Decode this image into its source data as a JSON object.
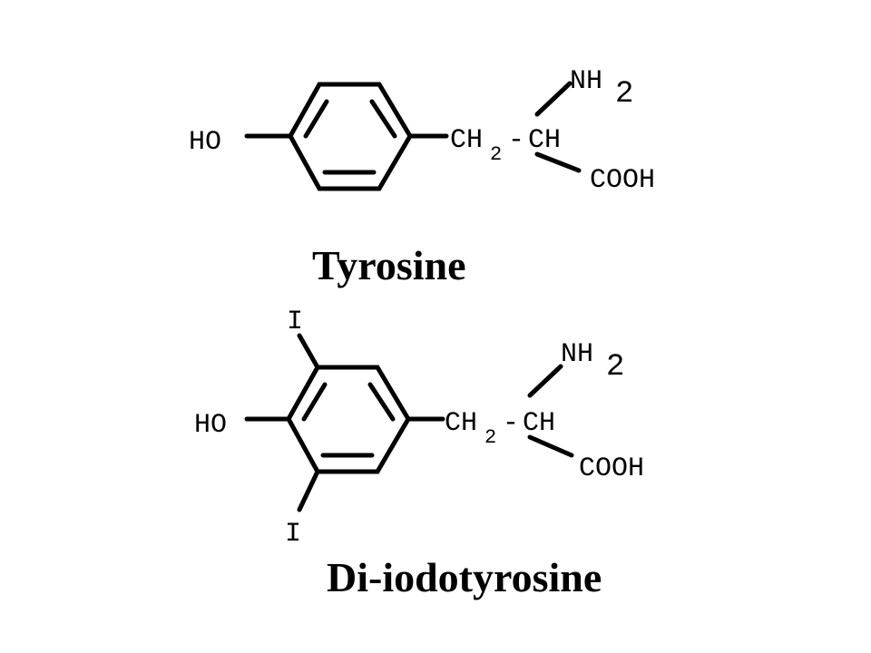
{
  "tyrosine": {
    "name": "Tyrosine",
    "ho": "HO",
    "ch2": "CH",
    "ch2_sub": "2",
    "dash": "-",
    "ch": "CH",
    "nh2": "NH",
    "nh2_sub": "2",
    "cooh": "COOH"
  },
  "diiodotyrosine": {
    "name": "Di-iodotyrosine",
    "ho": "HO",
    "iodine_top": "I",
    "iodine_bottom": "I",
    "ch2": "CH",
    "ch2_sub": "2",
    "dash": "-",
    "ch": "CH",
    "nh2": "NH",
    "nh2_sub": "2",
    "cooh": "COOH"
  }
}
